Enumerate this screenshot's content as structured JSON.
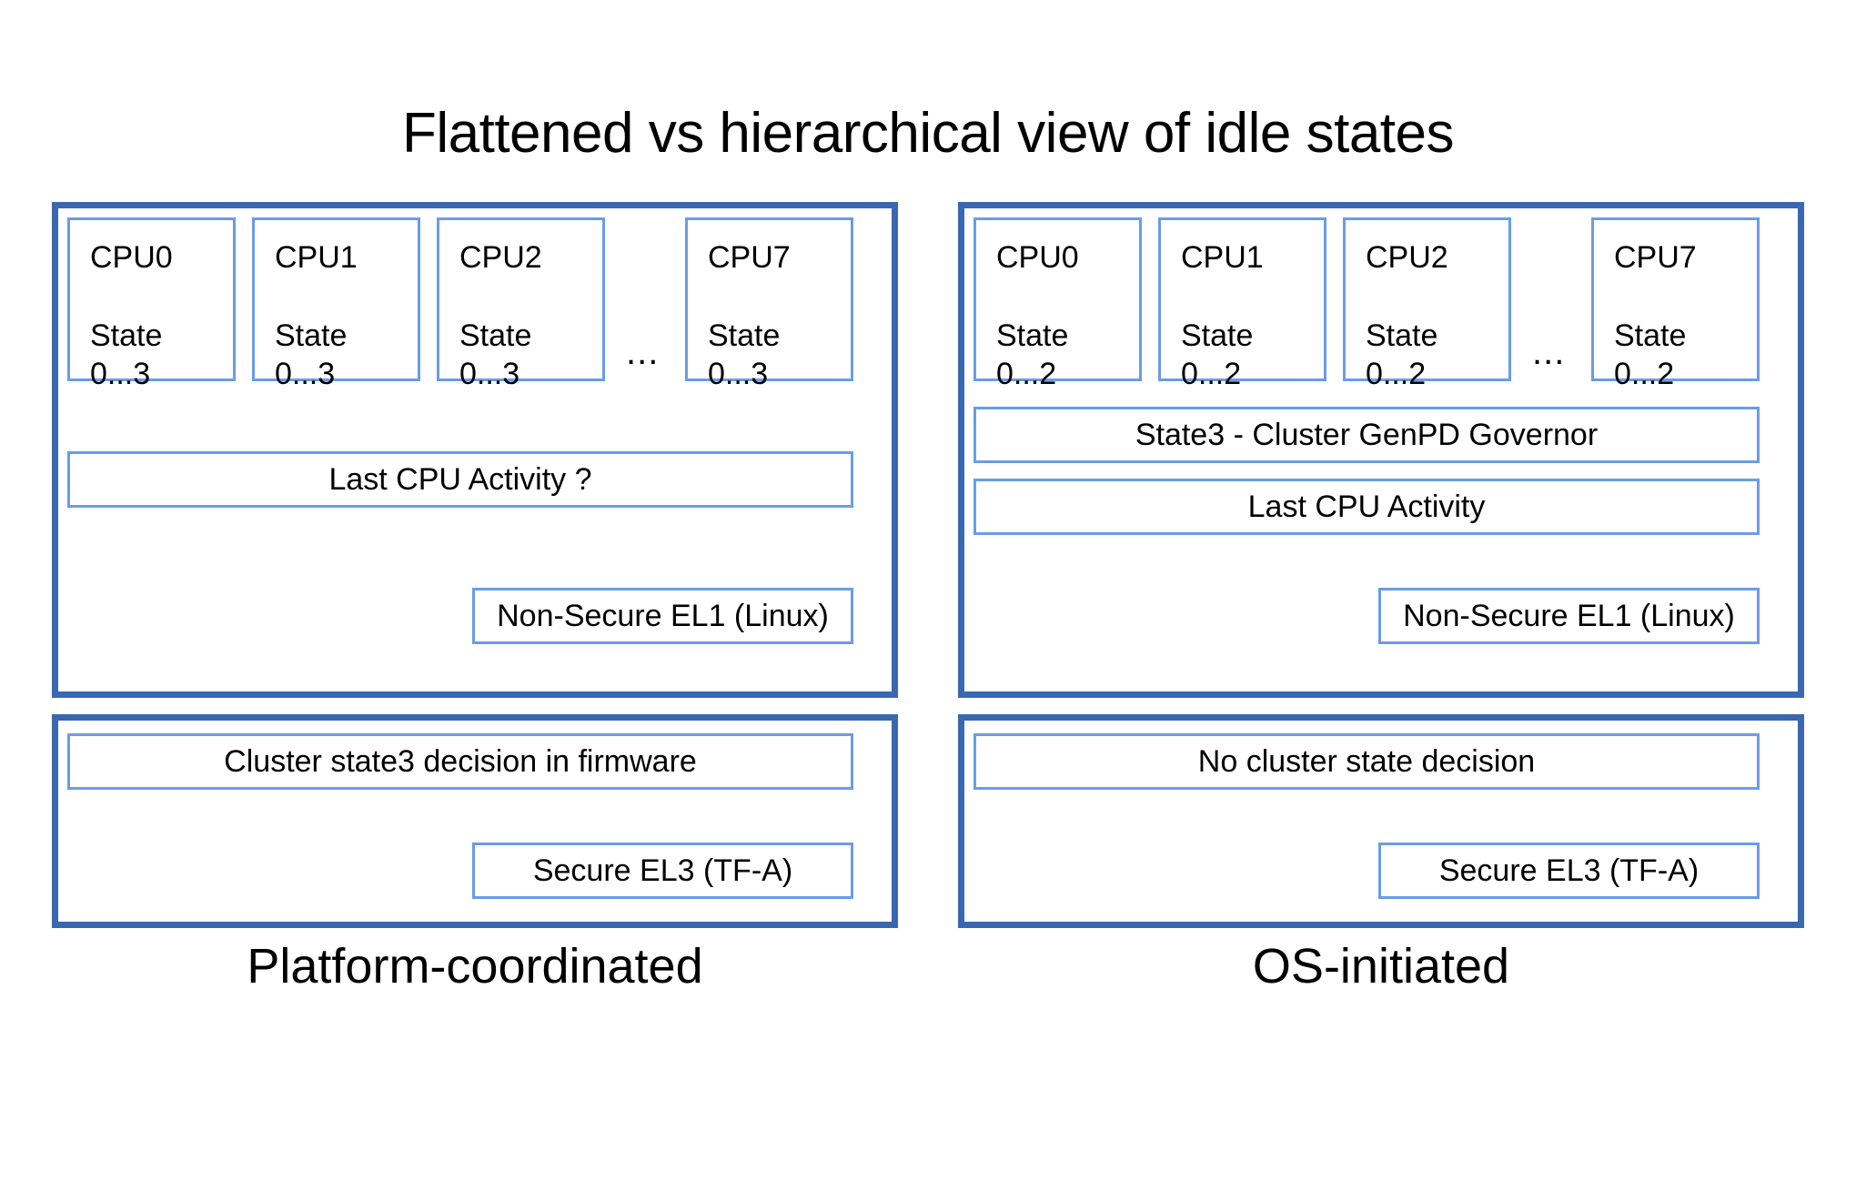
{
  "slide": {
    "title": "Flattened vs hierarchical view of idle states",
    "background_color": "#ffffff",
    "outer_panel_border_color": "#3a68b0",
    "inner_box_border_color": "#6a9ce8",
    "text_color": "#000000"
  },
  "columns": [
    {
      "id": "platform-coordinated",
      "caption": "Platform-coordinated",
      "os_panel": {
        "level_tag": "Non-Secure EL1 (Linux)",
        "cpus": [
          {
            "name": "CPU0",
            "state_label": "State",
            "state_range": "0...3"
          },
          {
            "name": "CPU1",
            "state_label": "State",
            "state_range": "0...3"
          },
          {
            "name": "CPU2",
            "state_label": "State",
            "state_range": "0...3"
          },
          {
            "name": "CPU7",
            "state_label": "State",
            "state_range": "0...3"
          }
        ],
        "ellipsis": "...",
        "bars": [
          "Last CPU Activity ?"
        ]
      },
      "fw_panel": {
        "bars": [
          "Cluster state3 decision in firmware"
        ],
        "level_tag": "Secure EL3 (TF-A)"
      }
    },
    {
      "id": "os-initiated",
      "caption": "OS-initiated",
      "os_panel": {
        "level_tag": "Non-Secure EL1 (Linux)",
        "cpus": [
          {
            "name": "CPU0",
            "state_label": "State",
            "state_range": "0...2"
          },
          {
            "name": "CPU1",
            "state_label": "State",
            "state_range": "0...2"
          },
          {
            "name": "CPU2",
            "state_label": "State",
            "state_range": "0...2"
          },
          {
            "name": "CPU7",
            "state_label": "State",
            "state_range": "0...2"
          }
        ],
        "ellipsis": "...",
        "bars": [
          "State3 - Cluster GenPD Governor",
          "Last CPU Activity"
        ]
      },
      "fw_panel": {
        "bars": [
          "No cluster state decision"
        ],
        "level_tag": "Secure EL3 (TF-A)"
      }
    }
  ]
}
